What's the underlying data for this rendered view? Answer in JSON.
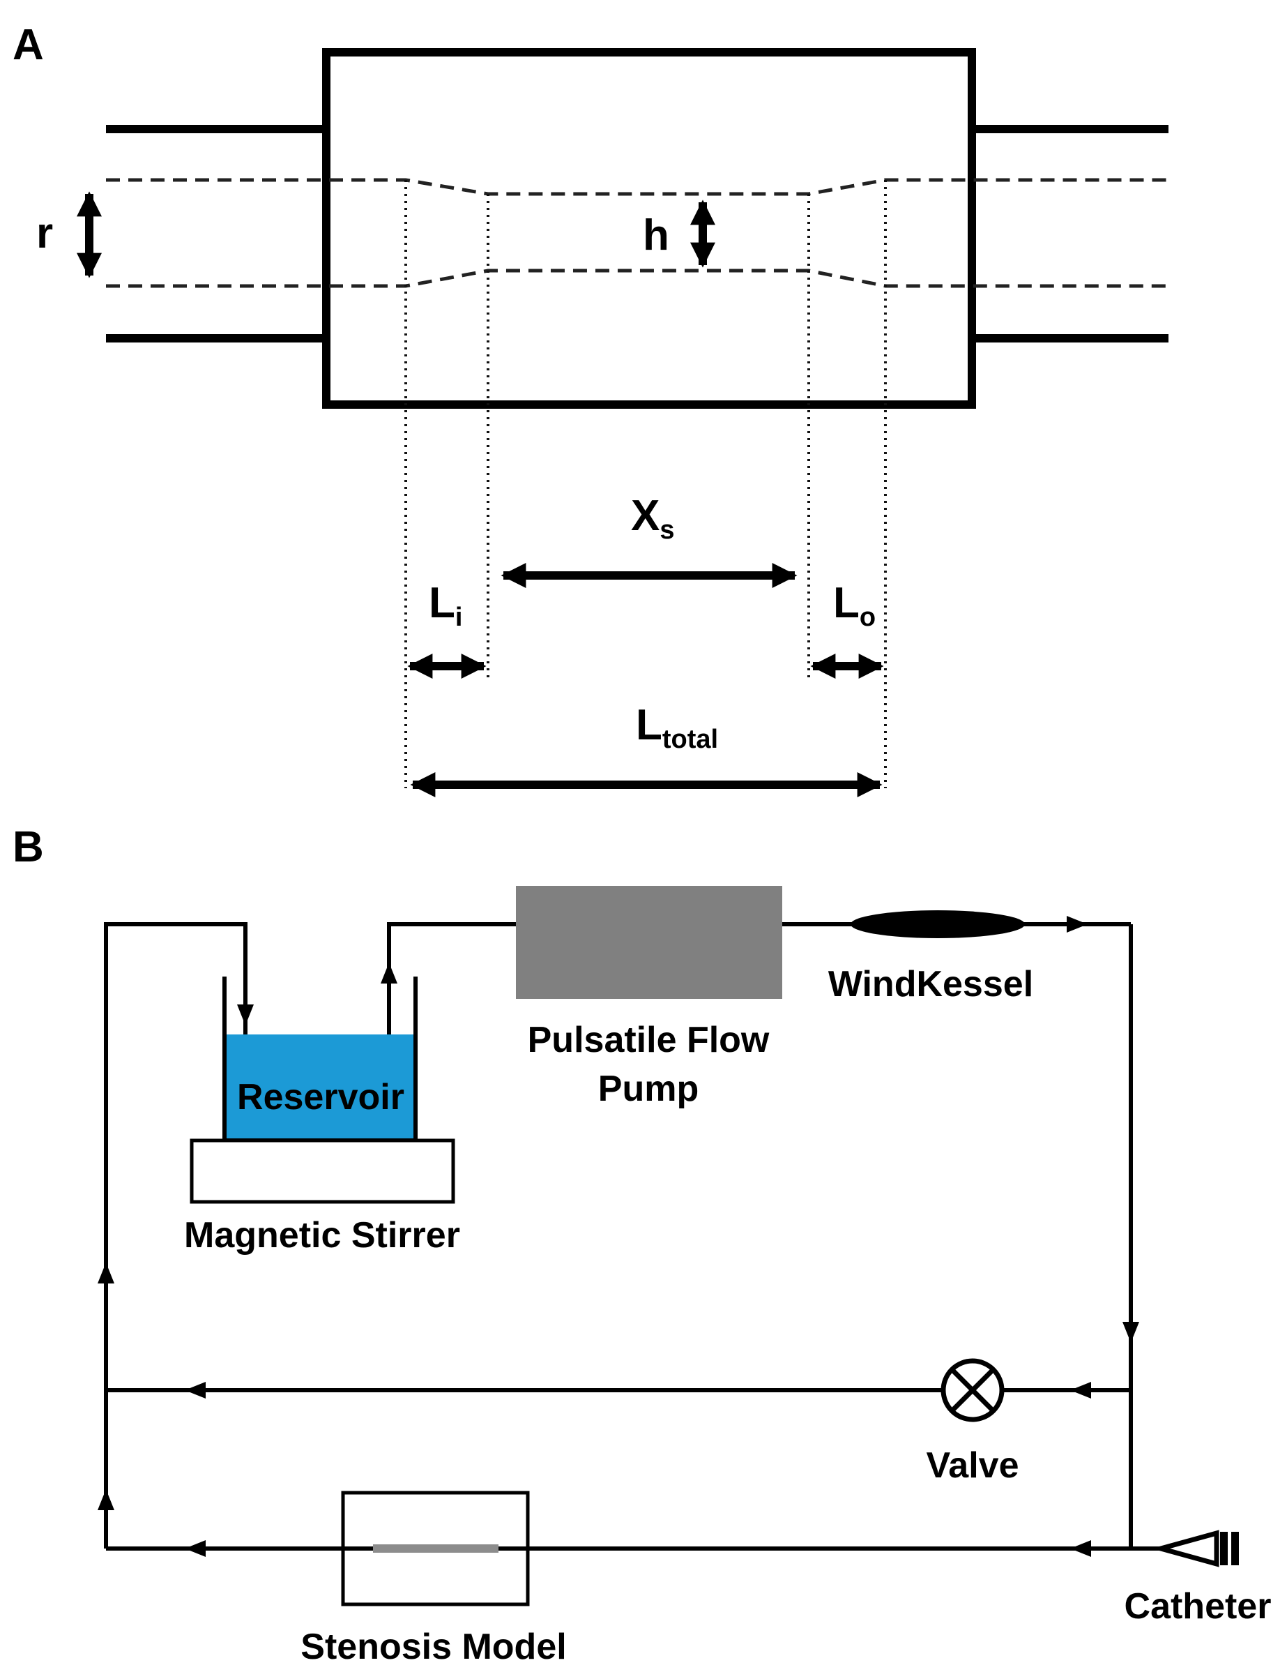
{
  "panel_a": {
    "label": "A",
    "r": "r",
    "h": "h",
    "xs_main": "X",
    "xs_sub": "s",
    "li_main": "L",
    "li_sub": "i",
    "lo_main": "L",
    "lo_sub": "o",
    "ltotal_main": "L",
    "ltotal_sub": "total"
  },
  "panel_b": {
    "label": "B",
    "reservoir": "Reservoir",
    "magnetic_stirrer": "Magnetic Stirrer",
    "pump_line1": "Pulsatile Flow",
    "pump_line2": "Pump",
    "windkessel": "WindKessel",
    "valve": "Valve",
    "stenosis_model": "Stenosis Model",
    "catheter": "Catheter"
  },
  "colors": {
    "reservoir_fluid": "#1c9ad6",
    "pump_fill": "#808080",
    "stenosis_segment": "#8c8c8c",
    "line": "#000000"
  }
}
